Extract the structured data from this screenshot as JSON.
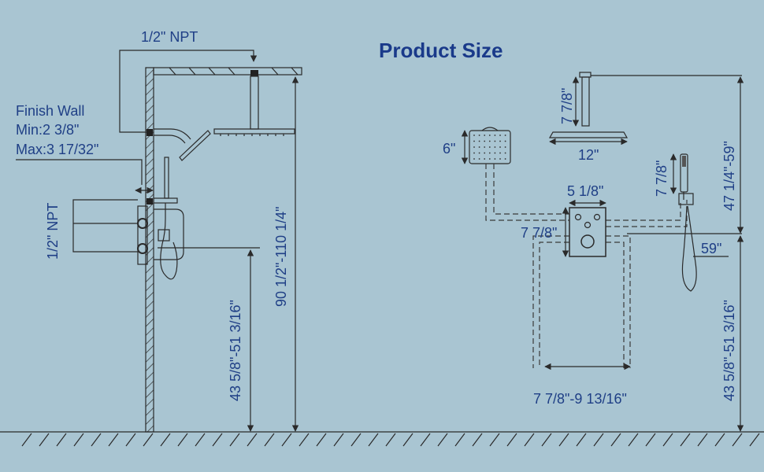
{
  "title": "Product Size",
  "left": {
    "npt_top": "1/2\" NPT",
    "finish_wall": [
      "Finish Wall",
      "Min:2 3/8\"",
      "Max:3 17/32\""
    ],
    "npt_side": "1/2\" NPT",
    "valve_height": "43 5/8\"-51 3/16\"",
    "total_height": "90 1/2\"-110 1/4\""
  },
  "right": {
    "arm_length": "7 7/8\"",
    "head_size": "12\"",
    "hand_head": "6\"",
    "valve_width": "5 1/8\"",
    "valve_height": "7 7/8\"",
    "holder_height": "7 7/8\"",
    "hose": "59\"",
    "spread": "7 7/8\"-9 13/16\"",
    "head_height": "47 1/4\"-59\"",
    "valve_floor": "43 5/8\"-51 3/16\""
  },
  "colors": {
    "background": "#a9c5d2",
    "text": "#1f3f86",
    "line": "#2a2a2a"
  }
}
